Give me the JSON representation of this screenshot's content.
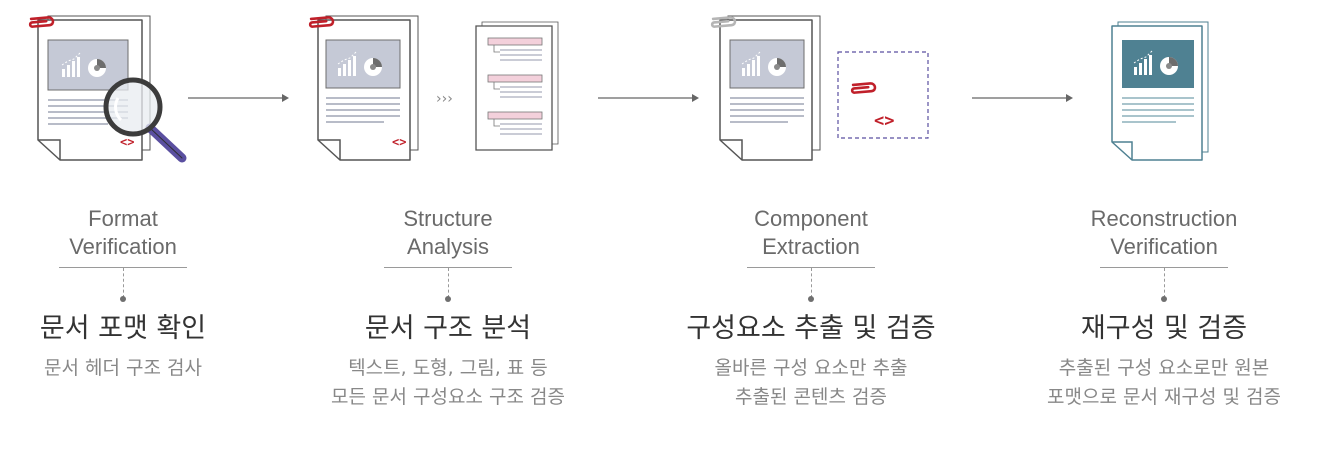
{
  "colors": {
    "accent_red": "#c0202a",
    "doc_outline": "#555555",
    "arrow": "#666666",
    "teal": "#4f8192",
    "magnifier": "#5a4fa0",
    "section_pink": "#f3d0db"
  },
  "icons": [
    "document-with-magnifier-icon",
    "document-structure-icon",
    "component-extraction-icon",
    "reconstructed-document-icon"
  ],
  "steps": [
    {
      "en": [
        "Format",
        "Verification"
      ],
      "title": "문서 포맷 확인",
      "desc": [
        "문서 헤더 구조 검사"
      ]
    },
    {
      "en": [
        "Structure",
        "Analysis"
      ],
      "title": "문서 구조 분석",
      "desc": [
        "텍스트, 도형, 그림, 표 등",
        "모든 문서 구성요소 구조 검증"
      ]
    },
    {
      "en": [
        "Component",
        "Extraction"
      ],
      "title": "구성요소 추출 및 검증",
      "desc": [
        "올바른 구성 요소만 추출",
        "추출된 콘텐츠 검증"
      ]
    },
    {
      "en": [
        "Reconstruction",
        "Verification"
      ],
      "title": "재구성 및 검증",
      "desc": [
        "추출된 구성 요소로만 원본",
        "포맷으로 문서 재구성 및 검증"
      ]
    }
  ]
}
